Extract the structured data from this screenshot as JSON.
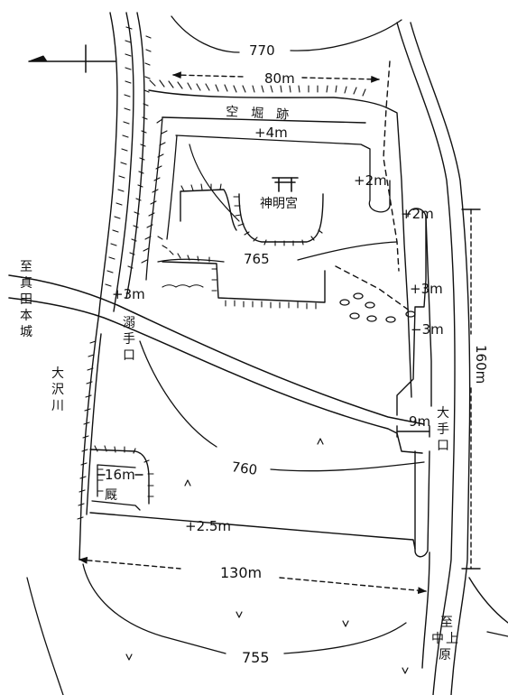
{
  "map": {
    "contours": [
      "770",
      "765",
      "760",
      "755"
    ],
    "dimensions": {
      "top_width": "80m",
      "bottom_width": "130m",
      "right_height": "160m",
      "gate_width": "9m",
      "stable_width": "16m"
    },
    "heights": {
      "north_bank": "+4m",
      "ne_corner": "+2m",
      "east_corner": "+2m",
      "east_bank": "+3m",
      "east_dip": "−3m",
      "west_gate": "+3m",
      "south_bank": "+2.5m"
    },
    "labels": {
      "moat": "空　堀　跡",
      "shrine": "神明宮",
      "shrine_symbol": "⛩",
      "small_gate": [
        "溺",
        "手",
        "口"
      ],
      "main_gate": [
        "大",
        "手",
        "口"
      ],
      "river": [
        "大",
        "沢",
        "川"
      ],
      "stable": "厩",
      "to_sanada": [
        "至",
        "真",
        "田",
        "本",
        "城"
      ],
      "to_kaminohara": [
        "至",
        "中",
        "上",
        "原"
      ]
    },
    "colors": {
      "ink": "#111111",
      "paper": "#ffffff"
    }
  }
}
